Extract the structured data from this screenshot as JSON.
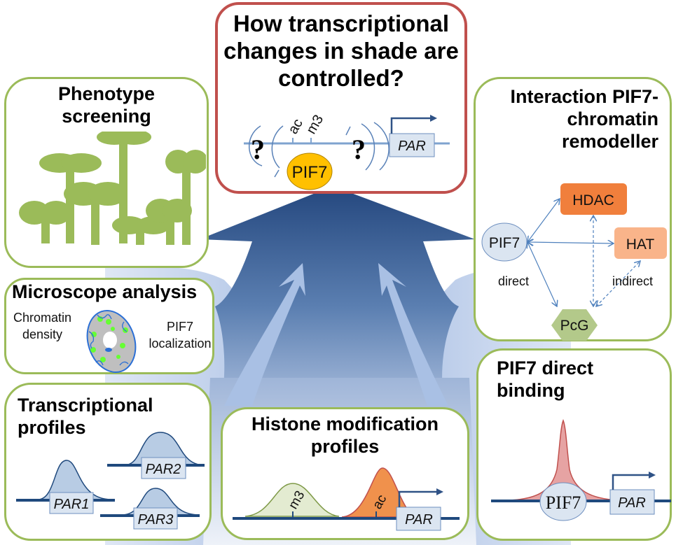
{
  "colors": {
    "box_border": "#9bbb59",
    "question_border": "#c0504d",
    "arrow_dark": "#2f5286",
    "arrow_light": "#a9c0e4",
    "plant_green": "#9bbb59",
    "pif7_yellow": "#ffc000",
    "hdac_orange": "#f07f3c",
    "hat_orange": "#f9b48a",
    "pcg_green": "#b3c98a",
    "gene_box": "#dbe5f1",
    "dna_line": "#1f497d",
    "peak_red": "#e6a3a3",
    "peak_green": "#e3ebd1",
    "peak_orange": "#f0914c",
    "profile_blue": "#b8cce4"
  },
  "question": {
    "title_lines": [
      "How transcriptional",
      "changes in shade are",
      "controlled?"
    ],
    "marks": [
      "ac",
      "m3"
    ],
    "question_mark": "?",
    "factor": "PIF7",
    "gene": "PAR"
  },
  "phenotype": {
    "title_lines": [
      "Phenotype",
      "screening"
    ],
    "icon": "seedlings-icon"
  },
  "microscope": {
    "title": "Microscope analysis",
    "left_lines": [
      "Chromatin",
      "density"
    ],
    "right_lines": [
      "PIF7",
      "localization"
    ],
    "icon": "nucleus-icon"
  },
  "transcriptional": {
    "title_lines": [
      "Transcriptional",
      "profiles"
    ],
    "genes": [
      "PAR1",
      "PAR2",
      "PAR3"
    ]
  },
  "histone": {
    "title_lines": [
      "Histone modification",
      "profiles"
    ],
    "marks": [
      "m3",
      "ac"
    ],
    "gene": "PAR"
  },
  "interaction": {
    "title_lines": [
      "Interaction PIF7-",
      "chromatin",
      "remodeller"
    ],
    "nodes": {
      "pif7": "PIF7",
      "hdac": "HDAC",
      "hat": "HAT",
      "pcg": "PcG"
    },
    "direct_label": "direct",
    "indirect_label": "indirect"
  },
  "binding": {
    "title_lines": [
      "PIF7 direct",
      "binding"
    ],
    "factor": "PIF7",
    "gene": "PAR"
  }
}
